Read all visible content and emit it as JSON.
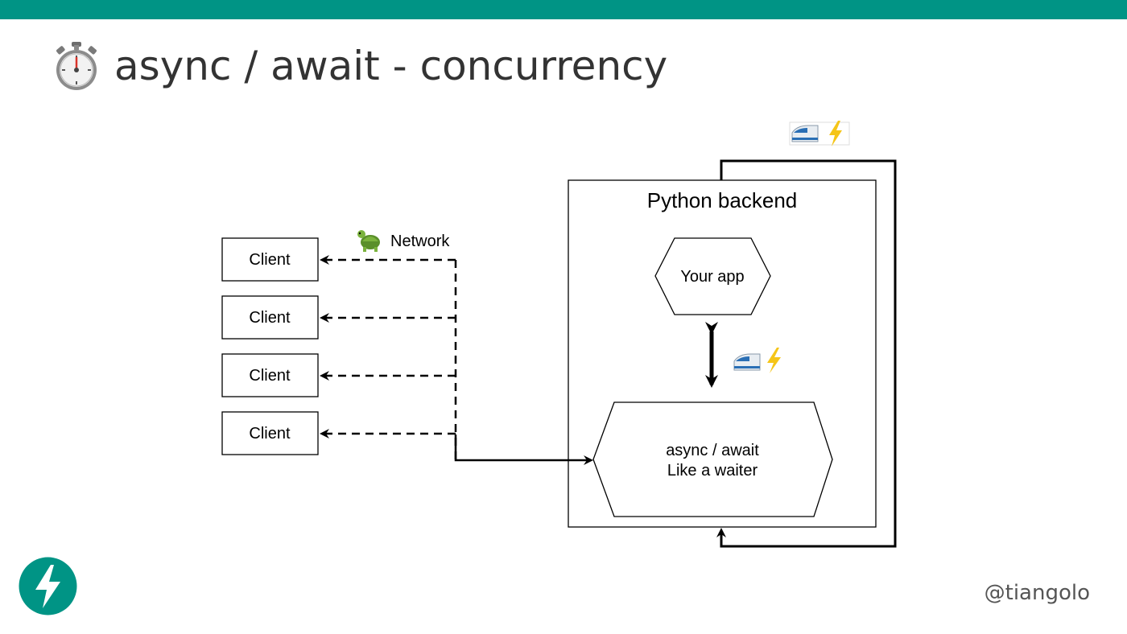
{
  "slide": {
    "title": "async / await - concurrency",
    "handle": "@tiangolo",
    "accent_color": "#009485"
  },
  "icons": {
    "title_icon": "stopwatch-icon",
    "network_icon": "turtle-icon",
    "fast_icon": "bullet-train-lightning-icon",
    "logo": "fastapi-lightning-logo"
  },
  "diagram": {
    "clients": [
      "Client",
      "Client",
      "Client",
      "Client"
    ],
    "network_label": "Network",
    "backend_label": "Python backend",
    "app_label": "Your app",
    "async_label_line1": "async / await",
    "async_label_line2": "Like a waiter"
  }
}
